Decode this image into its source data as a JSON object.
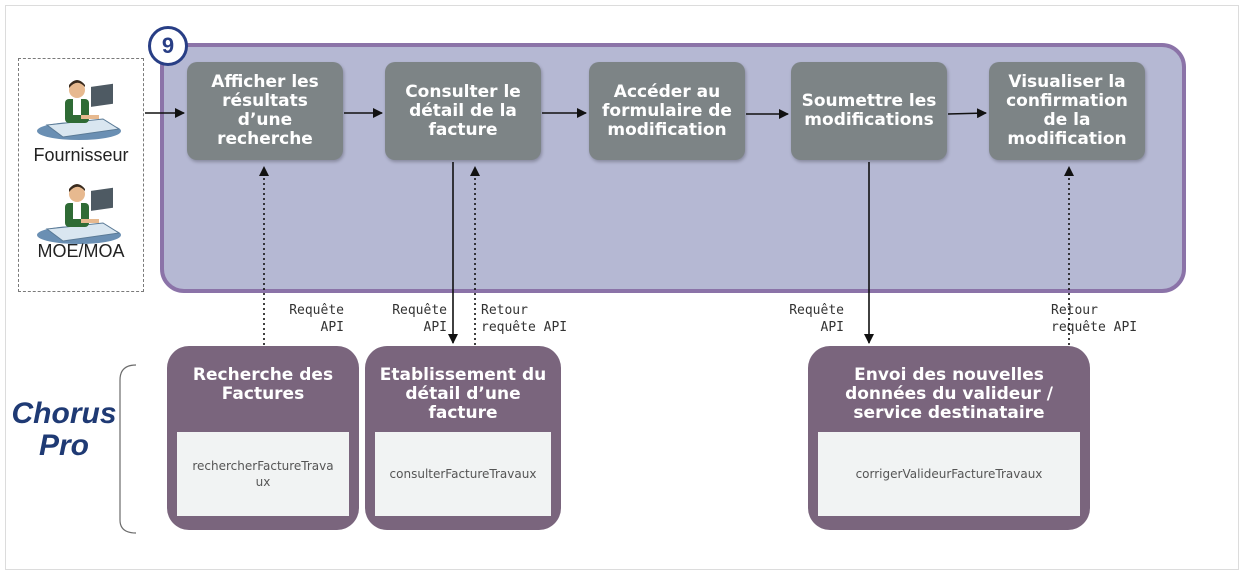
{
  "badge": {
    "number": "9"
  },
  "actors": [
    {
      "label": "Fournisseur",
      "icon": "user-at-desk-icon"
    },
    {
      "label": "MOE/MOA",
      "icon": "user-at-desk-icon"
    }
  ],
  "steps": [
    {
      "label": "Afficher les\nrésultats\nd’une\nrecherche"
    },
    {
      "label": "Consulter le\ndétail de la\nfacture"
    },
    {
      "label": "Accéder au\nformulaire de\nmodification"
    },
    {
      "label": "Soumettre les\nmodifications"
    },
    {
      "label": "Visualiser la\nconfirmation\nde la\nmodification"
    }
  ],
  "group_label": {
    "line1": "Chorus",
    "line2": "Pro"
  },
  "services": [
    {
      "title": "Recherche des\nFactures",
      "api": "rechercherFactureTravaux"
    },
    {
      "title": "Etablissement du\ndétail d’une\nfacture",
      "api": "consulterFactureTravaux"
    },
    {
      "title": "Envoi des nouvelles\ndonnées du valideur /\nservice destinataire",
      "api": "corrigerValideurFactureTravaux"
    }
  ],
  "connector_labels": {
    "req1": "Requête\nAPI",
    "req2": "Requête\nAPI",
    "ret2": "Retour\nrequête API",
    "req3": "Requête\nAPI",
    "ret3": "Retour\nrequête API"
  },
  "colors": {
    "process_fill": "#b5b8d3",
    "process_border": "#8b73a8",
    "step_fill": "#7d8486",
    "service_fill": "#7a657d",
    "badge_border": "#283e85",
    "chorus_text": "#1f3a74"
  }
}
